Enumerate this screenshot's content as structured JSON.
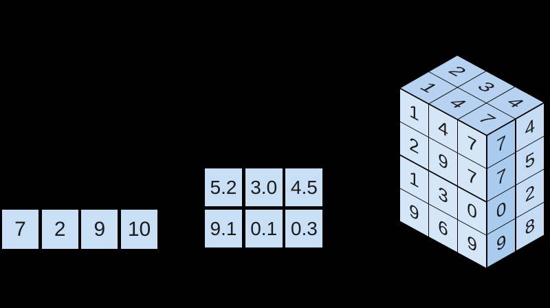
{
  "colors": {
    "background": "#000000",
    "cell-fill": "#c9dff5",
    "digit": "#1b1b1b",
    "line": "#000000",
    "cube-top": "#b7d2f0",
    "cube-left": "#d5e6f9",
    "cube-right-front": "#a8cbee",
    "cube-right-back": "#c6dcf5"
  },
  "vector": {
    "cells": [
      "7",
      "2",
      "9",
      "10"
    ]
  },
  "matrix": {
    "rows": [
      [
        "5.2",
        "3.0",
        "4.5"
      ],
      [
        "9.1",
        "0.1",
        "0.3"
      ]
    ]
  },
  "tensor": {
    "top": [
      [
        "2",
        "3",
        "4"
      ],
      [
        "1",
        "4",
        "7"
      ]
    ],
    "left": [
      [
        "1",
        "4",
        "7"
      ],
      [
        "2",
        "9",
        "7"
      ],
      [
        "1",
        "3",
        "0"
      ],
      [
        "9",
        "6",
        "9"
      ]
    ],
    "right": [
      [
        "7",
        "4"
      ],
      [
        "7",
        "5"
      ],
      [
        "0",
        "2"
      ],
      [
        "9",
        "8"
      ]
    ]
  }
}
